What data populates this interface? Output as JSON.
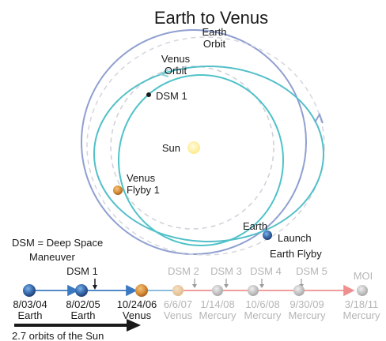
{
  "title": "Earth to Venus",
  "orbit_labels": {
    "earth_line1": "Earth",
    "earth_line2": "Orbit",
    "venus_line1": "Venus",
    "venus_line2": "Orbit"
  },
  "sun_label": "Sun",
  "dsm1_label": "DSM 1",
  "venus_flyby_line1": "Venus",
  "venus_flyby_line2": "Flyby 1",
  "earth_label": "Earth",
  "launch_line1": "Launch",
  "launch_line2": "Earth Flyby",
  "legend_line1": "DSM = Deep Space",
  "legend_line2": "Maneuver",
  "dsm_markers": [
    {
      "label": "DSM 1",
      "faded": false
    },
    {
      "label": "DSM 2",
      "faded": true
    },
    {
      "label": "DSM 3",
      "faded": true
    },
    {
      "label": "DSM 4",
      "faded": true
    },
    {
      "label": "DSM 5",
      "faded": true
    }
  ],
  "timeline": [
    {
      "date": "8/03/04",
      "body": "Earth",
      "faded": false
    },
    {
      "date": "8/02/05",
      "body": "Earth",
      "faded": false
    },
    {
      "date": "10/24/06",
      "body": "Venus",
      "faded": false
    },
    {
      "date": "6/6/07",
      "body": "Venus",
      "faded": true
    },
    {
      "date": "1/14/08",
      "body": "Mercury",
      "faded": true
    },
    {
      "date": "10/6/08",
      "body": "Mercury",
      "faded": true
    },
    {
      "date": "9/30/09",
      "body": "Mercury",
      "faded": true
    },
    {
      "date": "3/18/11",
      "body": "Mercury",
      "faded": true
    }
  ],
  "moi_label": "MOI",
  "orbits_note": "2.7 orbits of the Sun",
  "colors": {
    "earth_orbit": "#8f9fd0",
    "venus_orbit": "#c8c8d8",
    "trajectory": "#4fc3c8",
    "sun": "#fff3a0",
    "venus_planet": "#d9903c",
    "mercury": "#bdbdbd",
    "timeline_blue": "#3a78c0",
    "timeline_red": "#ef8f8f"
  }
}
